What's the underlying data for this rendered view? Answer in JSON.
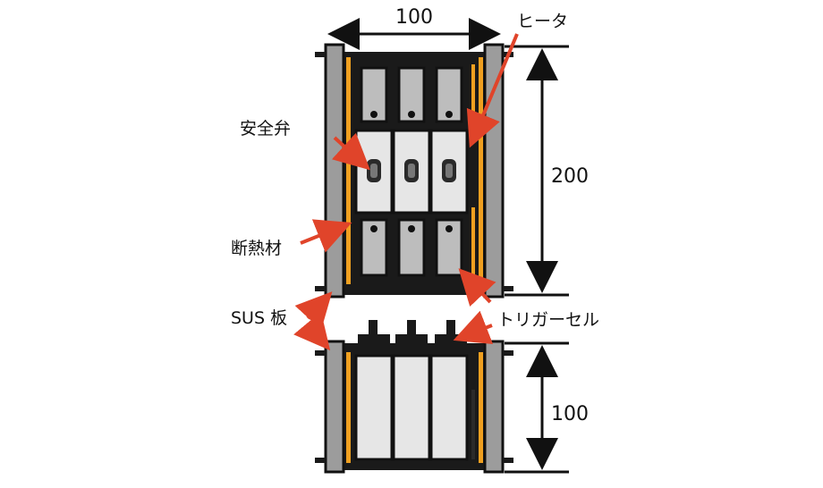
{
  "dimensions": {
    "width_label": "100",
    "height_top_label": "200",
    "height_bottom_label": "100"
  },
  "labels": {
    "heater": "ヒータ",
    "safety_valve": "安全弁",
    "insulation": "断熱材",
    "sus_plate": "SUS 板",
    "trigger_cell": "トリガーセル"
  },
  "colors": {
    "frame": "#1a1a1a",
    "plate": "#9c9c9c",
    "cell_light": "#e6e6e6",
    "cell_top": "#bdbdbd",
    "insulation": "#f0a020",
    "arrow": "#e0442a",
    "dark_fill": "#2a2a2a"
  }
}
